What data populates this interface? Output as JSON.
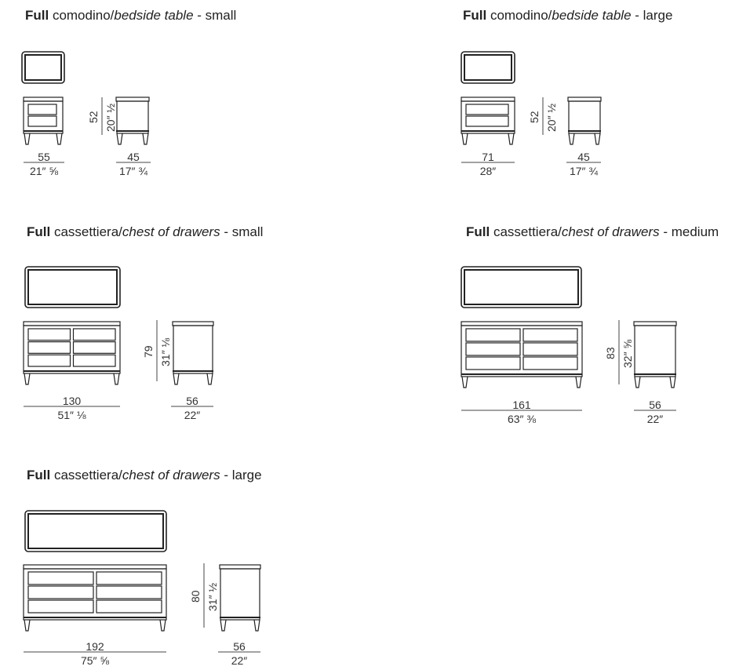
{
  "sections": [
    {
      "title_bold": "Full",
      "title_main": " comodino/",
      "title_italic": "bedside table",
      "title_suffix": " - small",
      "width_cm": "55",
      "width_in": "21″ ⅝",
      "height_cm": "52",
      "height_in": "20″ ½",
      "depth_cm": "45",
      "depth_in": "17″ ¾"
    },
    {
      "title_bold": "Full",
      "title_main": " comodino/",
      "title_italic": "bedside table",
      "title_suffix": " - large",
      "width_cm": "71",
      "width_in": "28″",
      "height_cm": "52",
      "height_in": "20″ ½",
      "depth_cm": "45",
      "depth_in": "17″ ¾"
    },
    {
      "title_bold": "Full",
      "title_main": " cassettiera/",
      "title_italic": "chest of drawers",
      "title_suffix": " - small",
      "width_cm": "130",
      "width_in": "51″ ⅛",
      "height_cm": "79",
      "height_in": "31″ ⅛",
      "depth_cm": "56",
      "depth_in": "22″"
    },
    {
      "title_bold": "Full",
      "title_main": " cassettiera/",
      "title_italic": "chest of drawers",
      "title_suffix": " - medium",
      "width_cm": "161",
      "width_in": "63″ ⅜",
      "height_cm": "83",
      "height_in": "32″ ⅝",
      "depth_cm": "56",
      "depth_in": "22″"
    },
    {
      "title_bold": "Full",
      "title_main": " cassettiera/",
      "title_italic": "chest of drawers",
      "title_suffix": " - large",
      "width_cm": "192",
      "width_in": "75″ ⅝",
      "height_cm": "80",
      "height_in": "31″ ½",
      "depth_cm": "56",
      "depth_in": "22″"
    }
  ]
}
